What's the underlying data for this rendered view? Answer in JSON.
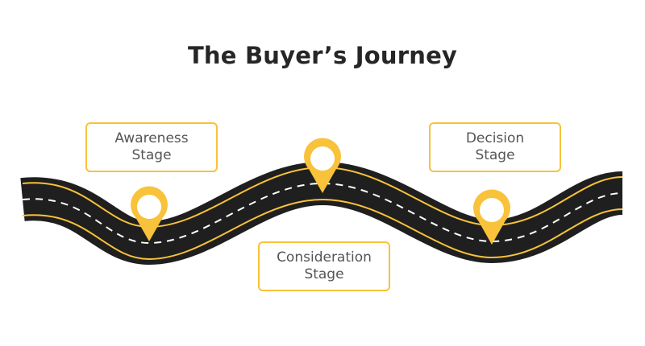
{
  "title": "The Buyer’s Journey",
  "stages": [
    {
      "line1": "Awareness",
      "line2": "Stage"
    },
    {
      "line1": "Consideration",
      "line2": "Stage"
    },
    {
      "line1": "Decision",
      "line2": "Stage"
    }
  ],
  "colors": {
    "road": "#1f1f1f",
    "road_edge": "#f8c23a",
    "center_line": "#ffffff",
    "marker": "#f8c23a",
    "box_border": "#f8c23a",
    "title": "#262626",
    "box_text": "#555555"
  },
  "icons": [
    "map-pin-icon",
    "map-pin-icon",
    "map-pin-icon"
  ]
}
